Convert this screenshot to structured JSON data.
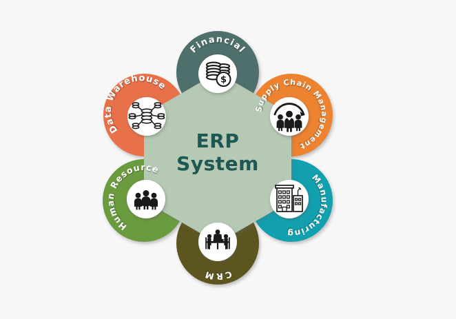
{
  "diagram_title": "ERP System",
  "background": "#f7f7f7",
  "center": {
    "title_line1": "ERP",
    "title_line2": "System",
    "hexagon_color": "#b5c9b4",
    "title_color": "#1d5852"
  },
  "icon_color": "#1a1a1a",
  "modules": [
    {
      "id": "financial",
      "label": "Financial",
      "color": "#4e6f6b",
      "icon": "coins-dollar-icon",
      "symbol": "$"
    },
    {
      "id": "supply-chain",
      "label": "Supply Chain Management",
      "color": "#ed8330",
      "icon": "team-arc-icon"
    },
    {
      "id": "manufacturing",
      "label": "Manufacturing",
      "color": "#129fae",
      "icon": "factory-building-icon"
    },
    {
      "id": "crm",
      "label": "CRM",
      "color": "#5d551f",
      "icon": "meeting-table-icon"
    },
    {
      "id": "human-resource",
      "label": "Human Resource",
      "color": "#6b9b3f",
      "icon": "people-group-icon"
    },
    {
      "id": "data-warehouse",
      "label": "Data Warehouse",
      "color": "#e8714a",
      "icon": "database-network-icon"
    }
  ]
}
